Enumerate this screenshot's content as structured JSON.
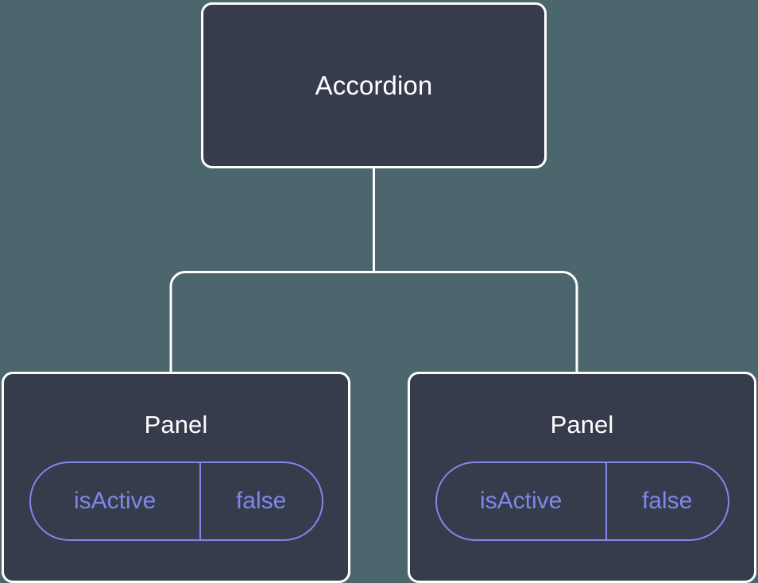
{
  "diagram": {
    "type": "component-tree",
    "background_color": "#4c666e",
    "node_fill_color": "#363c4b",
    "node_border_color": "#ffffff",
    "accent_color": "#8087e8",
    "connector_color": "#ffffff",
    "root": {
      "label": "Accordion"
    },
    "children": [
      {
        "label": "Panel",
        "state": {
          "key": "isActive",
          "value": "false"
        }
      },
      {
        "label": "Panel",
        "state": {
          "key": "isActive",
          "value": "false"
        }
      }
    ]
  }
}
